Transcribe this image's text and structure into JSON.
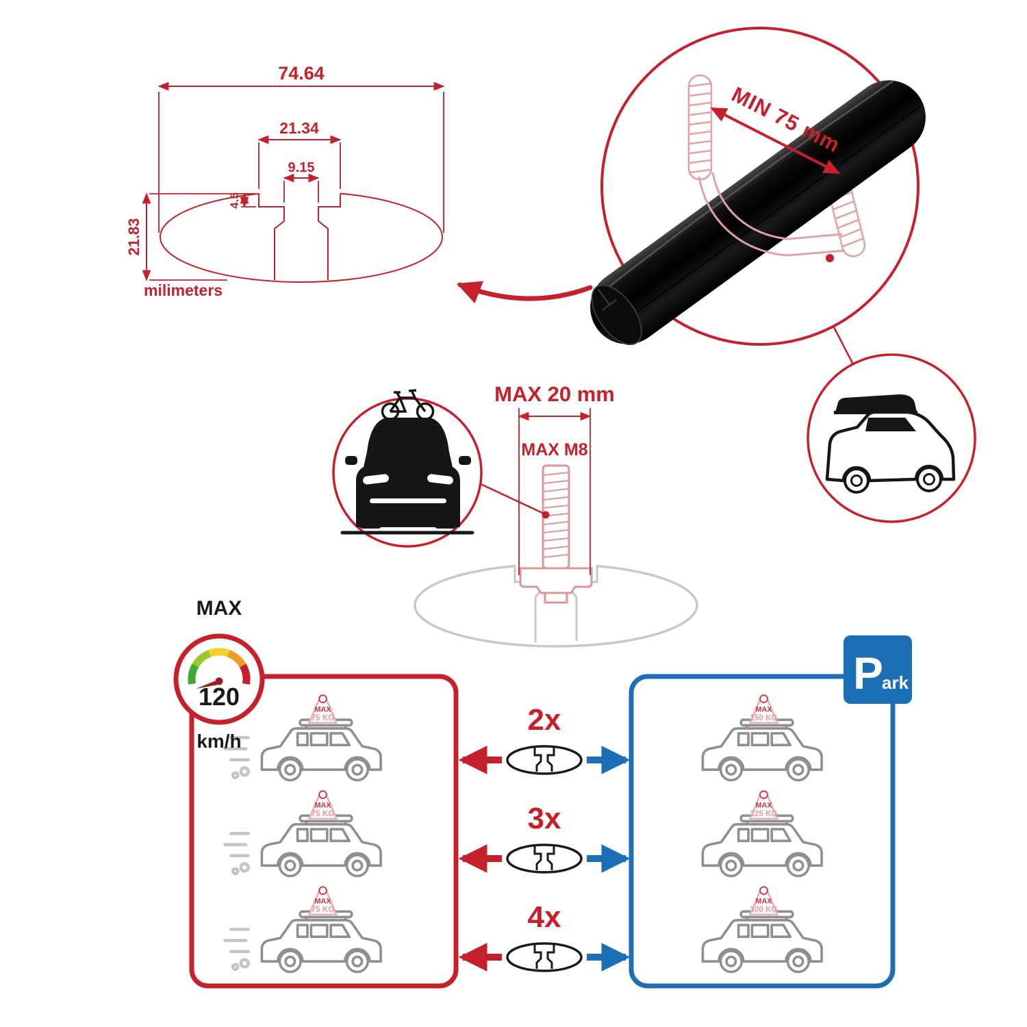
{
  "colors": {
    "accent_red": "#c6202a",
    "accent_blue": "#1c6fb5",
    "ghost_red": "#e3a1a4",
    "ghost_gray": "#c8c8c8",
    "bar_black": "#0d0d0d"
  },
  "technical_drawing": {
    "dim_outer_width": "74.64",
    "dim_channel_width": "21.34",
    "dim_slot_width": "9.15",
    "dim_lip_depth": "4.5",
    "dim_profile_height": "21.83",
    "unit_label": "milimeters"
  },
  "bar_detail": {
    "min_clamp_span": "MIN 75 mm"
  },
  "bolt_detail": {
    "max_bolt_width": "MAX 20 mm",
    "max_thread": "MAX M8"
  },
  "speed_limit": {
    "title": "MAX",
    "value": "120",
    "unit": "km/h"
  },
  "driving_panel": {
    "cars": [
      {
        "tag_title": "MAX",
        "tag_weight": "75 KG"
      },
      {
        "tag_title": "MAX",
        "tag_weight": "75 KG"
      },
      {
        "tag_title": "MAX",
        "tag_weight": "75 KG"
      }
    ]
  },
  "multipliers": [
    {
      "label": "2x"
    },
    {
      "label": "3x"
    },
    {
      "label": "4x"
    }
  ],
  "parking_panel": {
    "sign_p": "P",
    "sign_ark": "ark",
    "cars": [
      {
        "tag_title": "MAX",
        "tag_weight": "150 KG"
      },
      {
        "tag_title": "MAX",
        "tag_weight": "225 KG"
      },
      {
        "tag_title": "MAX",
        "tag_weight": "300 KG"
      }
    ]
  }
}
